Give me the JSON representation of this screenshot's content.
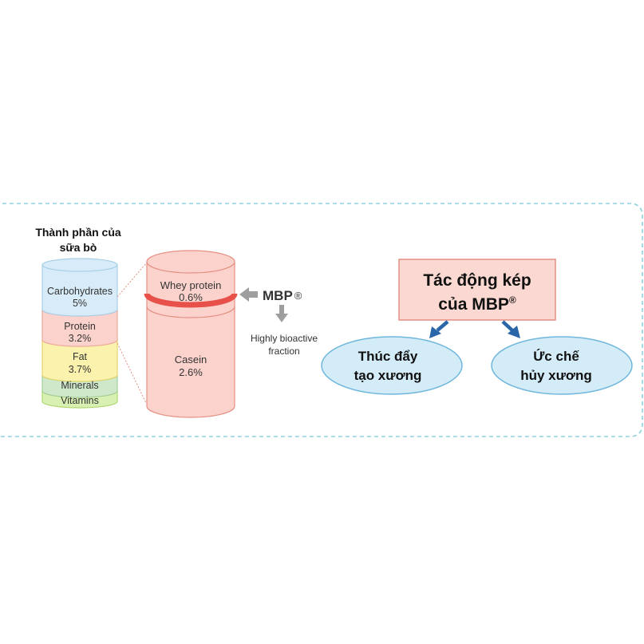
{
  "milk": {
    "title_line1": "Thành phần của",
    "title_line2": "sữa bò",
    "layers": [
      {
        "name": "Carbohydrates",
        "value": "5%",
        "color": "#d7ecf8",
        "stroke": "#a9cfe6"
      },
      {
        "name": "Protein",
        "value": "3.2%",
        "color": "#fbd3cc",
        "stroke": "#eea89d"
      },
      {
        "name": "Fat",
        "value": "3.7%",
        "color": "#fbf3ad",
        "stroke": "#e2d56c"
      },
      {
        "name": "Minerals",
        "value": "",
        "color": "#cfe8c9",
        "stroke": "#a5cf9b"
      },
      {
        "name": "Vitamins",
        "value": "",
        "color": "#d9f0b3",
        "stroke": "#aed86f"
      }
    ]
  },
  "protein_cylinder": {
    "top_label": "Whey protein",
    "top_value": "0.6%",
    "bottom_label": "Casein",
    "bottom_value": "2.6%",
    "fill": "#fbd3cc",
    "stroke": "#e58f82",
    "band_color": "#e8504a"
  },
  "mbp": {
    "label": "MBP",
    "mark": "®",
    "caption_line1": "Highly bioactive",
    "caption_line2": "fraction",
    "arrow_color": "#9e9e9e"
  },
  "effects": {
    "title_line1": "Tác động kép",
    "title_line2": "của MBP",
    "title_mark": "®",
    "box_fill": "#fbd9d2",
    "box_stroke": "#e58f82",
    "arrow_color": "#2a66a8",
    "ellipse_fill": "#d3ecf8",
    "ellipse_stroke": "#6fb6dc",
    "left_line1": "Thúc đẩy",
    "left_line2": "tạo xương",
    "right_line1": "Ức chế",
    "right_line2": "hủy xương"
  },
  "frame": {
    "stroke": "#8fd3dc"
  }
}
